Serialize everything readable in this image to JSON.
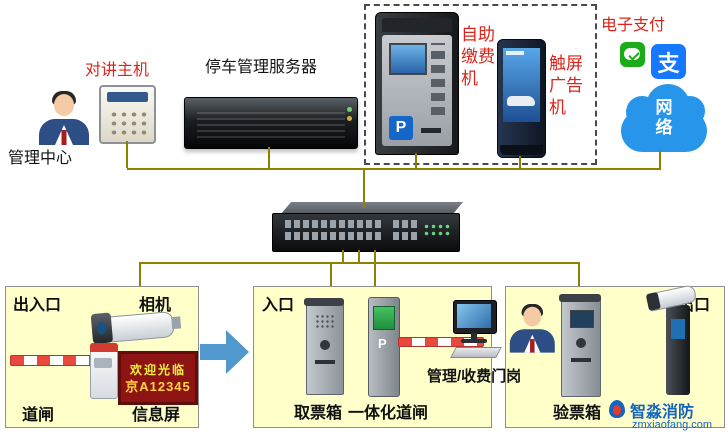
{
  "top": {
    "intercom_label": "对讲主机",
    "management_label": "管理中心",
    "server_label": "停车管理服务器",
    "selfpay_label": "自助\n缴费\n机",
    "kiosk_p": "P",
    "ad_label": "触屏\n广告\n机",
    "epay_label": "电子支付",
    "alipay_glyph": "支",
    "cloud_label": "网\n络"
  },
  "zone_entrance_exit": {
    "title": "出入口",
    "camera_label": "相机",
    "led_line1": "欢迎光临",
    "led_line2": "京A12345",
    "barrier_label": "道闸",
    "screen_label": "信息屏"
  },
  "zone_entrance": {
    "title": "入口",
    "ticket_label": "取票箱",
    "barrier_label": "一体化道闸",
    "machine_letter": "P",
    "booth_label": "管理/收费门岗"
  },
  "zone_exit": {
    "title": "出口",
    "check_label": "验票箱"
  },
  "watermark": {
    "brand": "智淼消防",
    "url": "zmxiaofang.com"
  },
  "colors": {
    "connection_line": "#8d8100",
    "accent_red": "#d9251c",
    "zone_background": "#ffffc9",
    "cloud_blue": "#2795e9",
    "wechat_green": "#1aad19",
    "alipay_blue": "#1678ff",
    "led_background": "#8e1414",
    "led_text_yellow": "#ffd23f",
    "arrow_blue": "#5198ce"
  }
}
